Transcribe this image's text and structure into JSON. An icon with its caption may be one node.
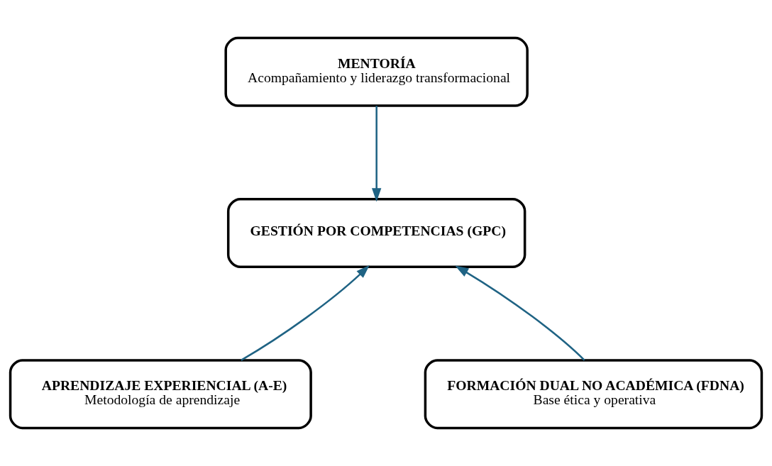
{
  "diagram": {
    "nodes": [
      {
        "text": [
          "MENTORÍA",
          "Acompañamiento y liderazgo transformacional"
        ]
      },
      {
        "text": [
          "GESTIÓN POR COMPETENCIAS (GPC)"
        ]
      },
      {
        "text": [
          "APRENDIZAJE EXPERIENCIAL (A-E)",
          "Metodología de aprendizaje"
        ]
      },
      {
        "text": [
          "FORMACIÓN DUAL NO ACADÉMICA (FDNA)",
          "Base ética y operativa"
        ]
      }
    ],
    "edges": [
      {
        "from": 0,
        "to": 1,
        "arrow": "to"
      },
      {
        "from": 2,
        "to": 1,
        "arrow": "to"
      },
      {
        "from": 3,
        "to": 1,
        "arrow": "to"
      }
    ]
  }
}
